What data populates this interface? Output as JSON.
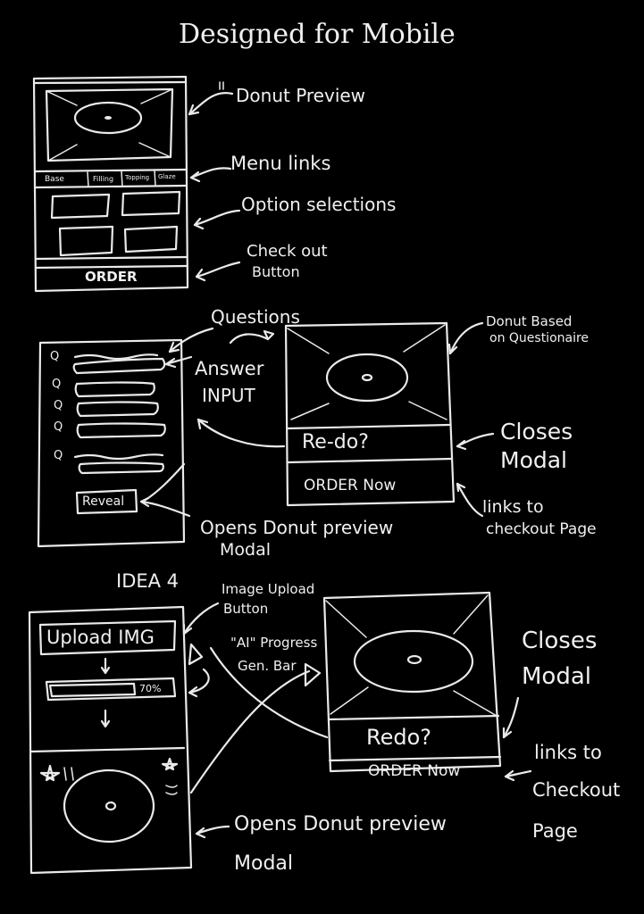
{
  "title": "Designed for Mobile",
  "idea1": {
    "annotations": {
      "donut_preview": "Donut Preview",
      "menu_links": "Menu links",
      "option_selections": "Option selections",
      "checkout_button_line1": "Check out",
      "checkout_button_line2": "Button"
    },
    "tabs": [
      "Base",
      "Filling",
      "Topping",
      "Glaze"
    ],
    "order_label": "ORDER"
  },
  "idea3": {
    "question_mark": "Q",
    "reveal_label": "Reveal",
    "redo_label": "Re-do?",
    "order_now_label": "ORDER Now",
    "annotations": {
      "questions": "Questions",
      "answer_input_line1": "Answer",
      "answer_input_line2": "INPUT",
      "donut_based_line1": "Donut Based",
      "donut_based_line2": "on Questionaire",
      "closes_modal_line1": "Closes",
      "closes_modal_line2": "Modal",
      "links_checkout_line1": "links to",
      "links_checkout_line2": "checkout Page",
      "opens_preview_line1": "Opens Donut preview",
      "opens_preview_line2": "Modal"
    }
  },
  "idea4": {
    "heading": "IDEA 4",
    "upload_label": "Upload IMG",
    "progress_label": "70%",
    "redo_label": "Redo?",
    "order_now_label": "ORDER Now",
    "annotations": {
      "image_upload_line1": "Image Upload",
      "image_upload_line2": "Button",
      "ai_progress_line1": "\"AI\" Progress",
      "ai_progress_line2": "Gen. Bar",
      "closes_modal_line1": "Closes",
      "closes_modal_line2": "Modal",
      "links_checkout_line1": "links to",
      "links_checkout_line2": "Checkout",
      "links_checkout_line3": "Page",
      "opens_preview_line1": "Opens Donut preview",
      "opens_preview_line2": "Modal"
    }
  }
}
